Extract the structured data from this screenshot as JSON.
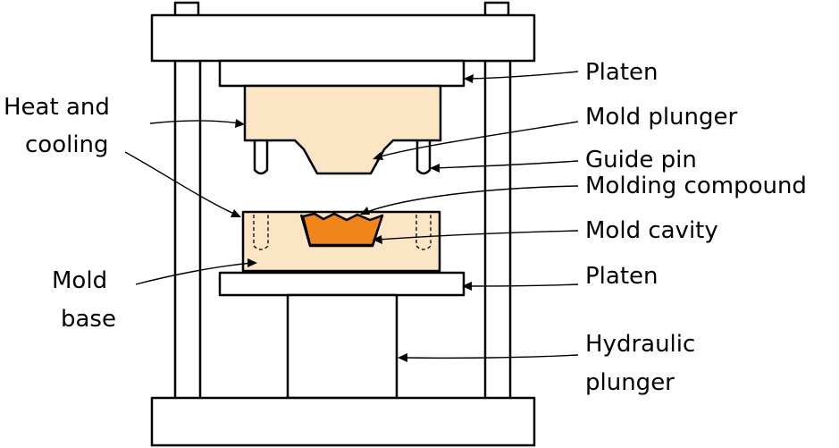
{
  "labels": {
    "platen_top": "Platen",
    "mold_plunger": "Mold plunger",
    "guide_pin": "Guide pin",
    "molding_compound": "Molding compound",
    "mold_cavity": "Mold cavity",
    "platen_bottom": "Platen",
    "hydraulic_plunger_line1": "Hydraulic",
    "hydraulic_plunger_line2": "plunger",
    "heat_cooling_line1": "Heat and",
    "heat_cooling_line2": "cooling",
    "mold_base_line1": "Mold",
    "mold_base_line2": "base"
  },
  "colors": {
    "mold": "#fbe5c4",
    "compound": "#f0861a",
    "frame": "#ffffff",
    "outline": "#000000"
  }
}
